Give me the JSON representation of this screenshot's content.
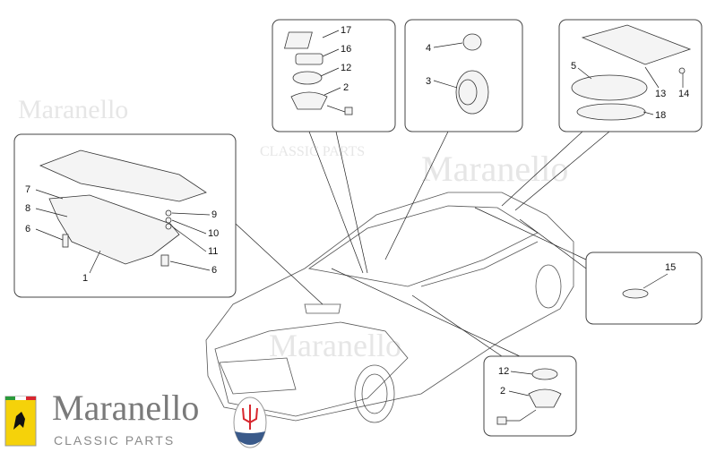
{
  "watermark": {
    "brand": "Maranello",
    "sub": "CLASSIC PARTS"
  },
  "logo": {
    "brand": "Maranello",
    "sub": "CLASSIC PARTS",
    "ferrari_badge": "Ferrari",
    "maserati_badge": "MASERATI"
  },
  "callouts": {
    "box_subwoofer": [
      "7",
      "8",
      "6",
      "1",
      "9",
      "10",
      "11",
      "6"
    ],
    "box_tweeter_dash": [
      "17",
      "16",
      "12",
      "2"
    ],
    "box_door_speaker": [
      "4",
      "3"
    ],
    "box_rear_shelf": [
      "5",
      "13",
      "14",
      "18"
    ],
    "box_roof_mic": [
      "15"
    ],
    "box_dash_speaker": [
      "12",
      "2"
    ]
  },
  "colors": {
    "line": "#333333",
    "watermark": "#e6e6e6",
    "ferrari_yellow": "#f5d20a",
    "maserati_red": "#d8262e",
    "maserati_blue": "#3a5a8a"
  }
}
